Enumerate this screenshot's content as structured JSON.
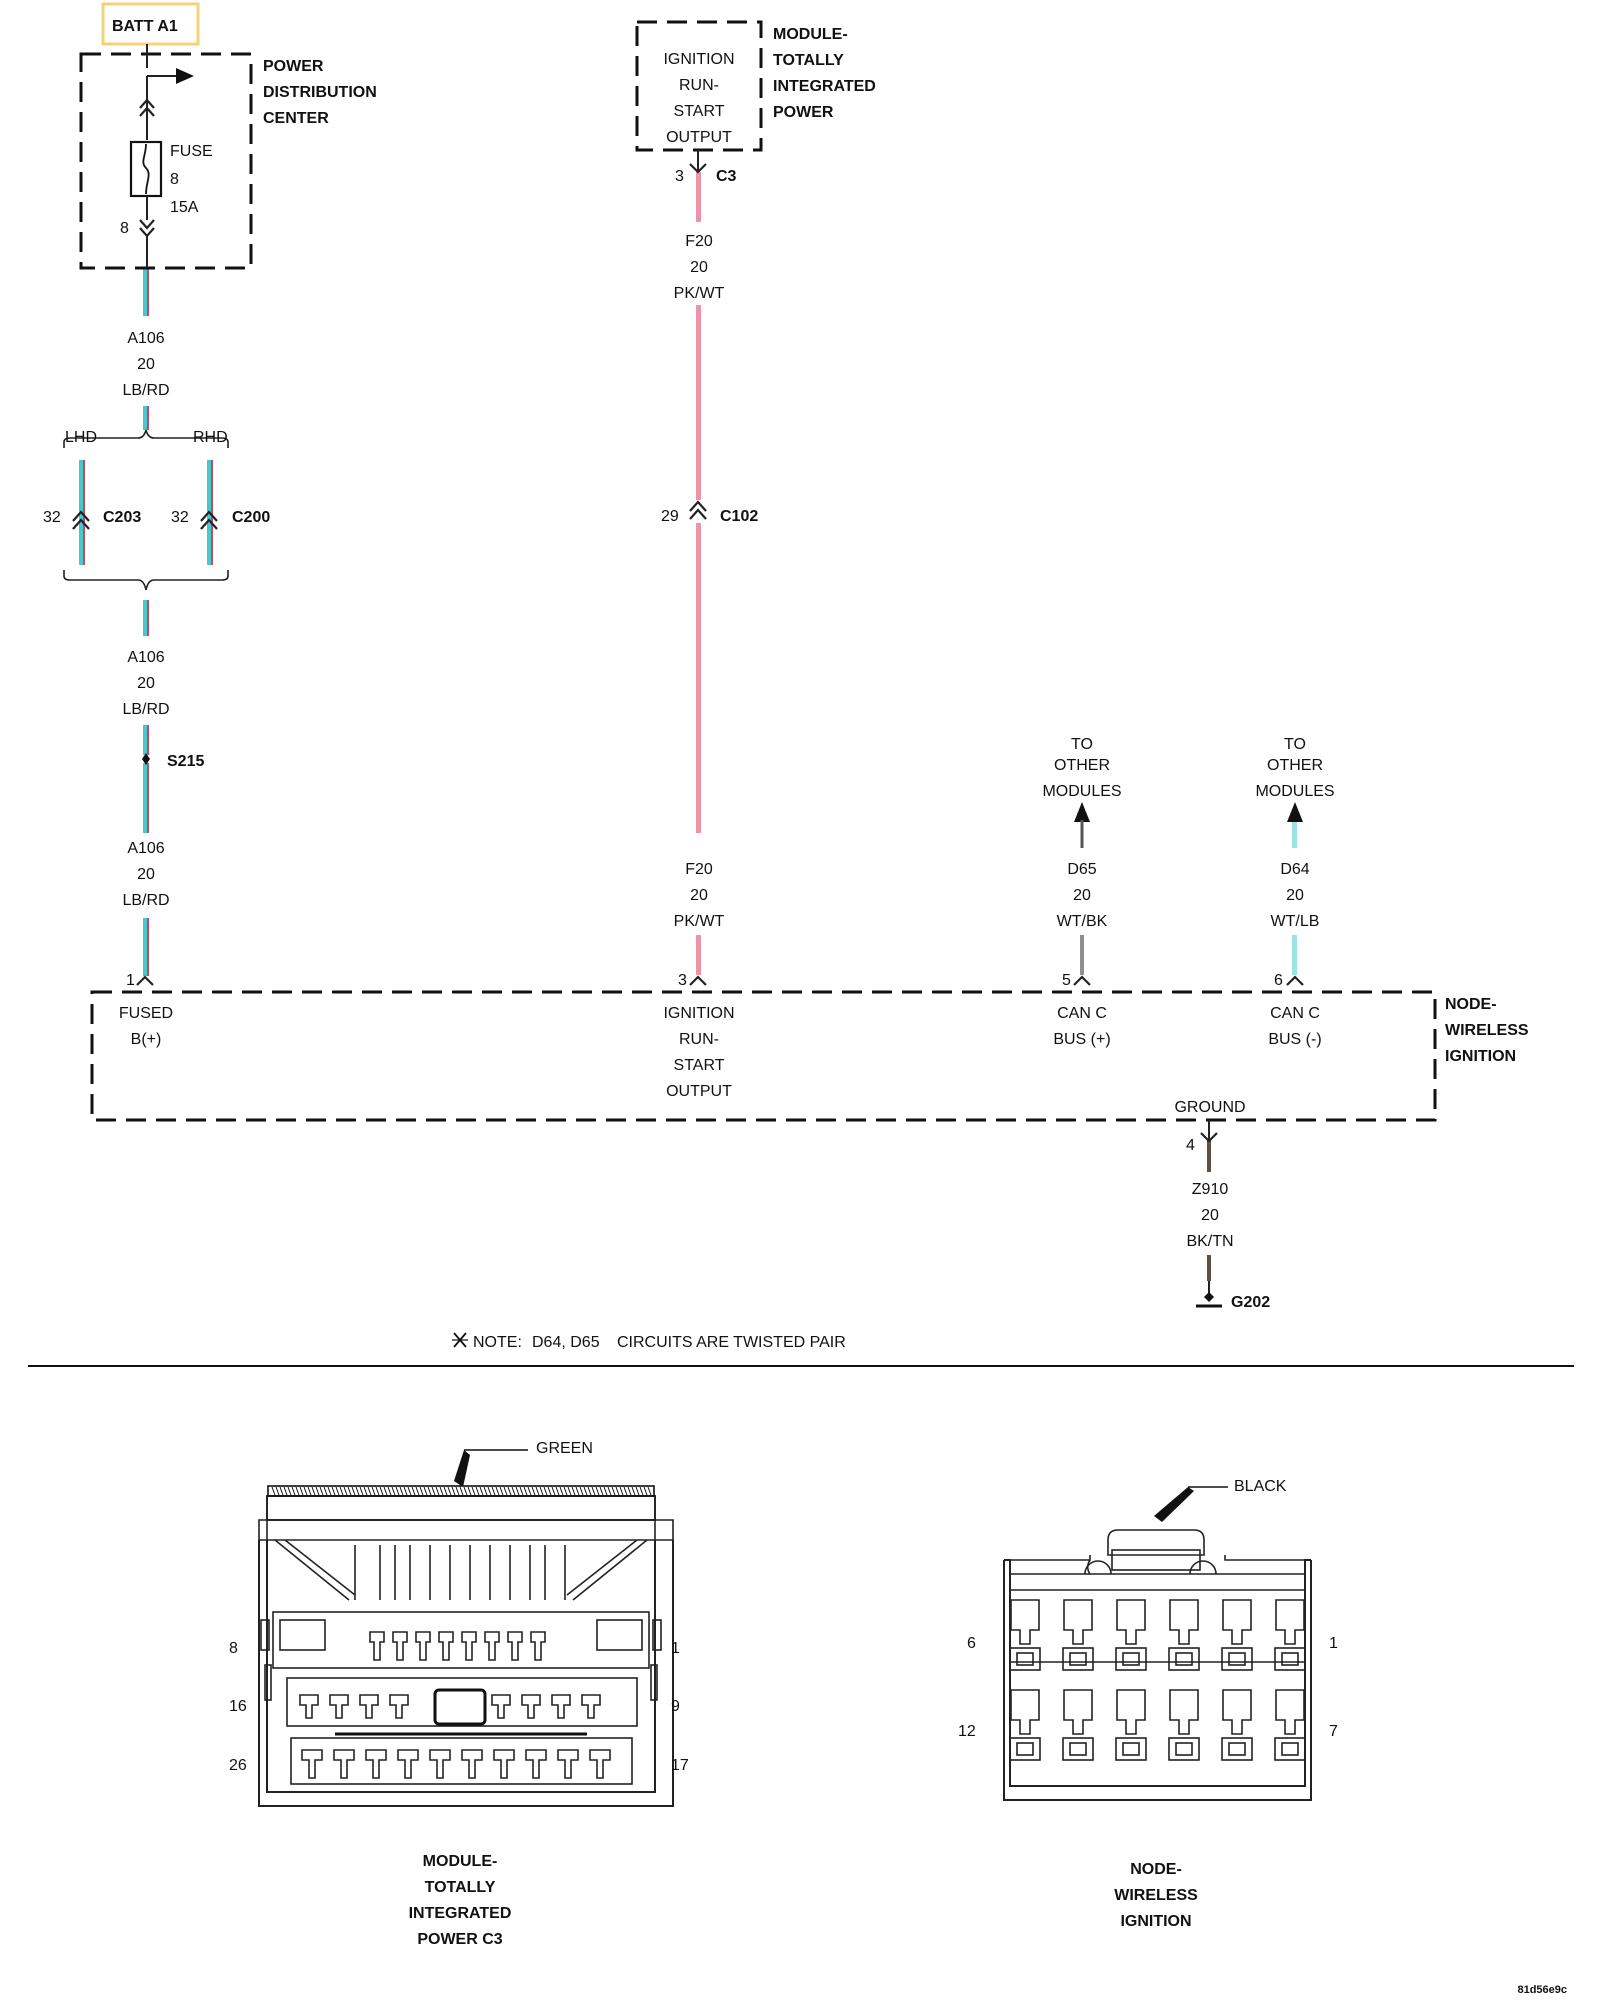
{
  "palette": {
    "lb_rd_main": "#46C8CF",
    "lb_rd_stripe": "#C9485B",
    "pk_wt": "#EE93A8",
    "wt_lb": "#9BE3E5",
    "wt_bk": "#8F8F8F",
    "bk_tn": "#5C5040",
    "batt_tag_border": "#F2D27A"
  },
  "batt": {
    "label": "BATT A1"
  },
  "pdc": {
    "label_lines": [
      "POWER",
      "DISTRIBUTION",
      "CENTER"
    ],
    "fuse_lines": [
      "FUSE",
      "8",
      "15A"
    ],
    "pin_out": "8"
  },
  "tipm_top": {
    "name_lines": [
      "MODULE-",
      "TOTALLY",
      "INTEGRATED",
      "POWER"
    ],
    "output_lines": [
      "IGNITION",
      "RUN-",
      "START",
      "OUTPUT"
    ],
    "pin": "3",
    "connector": "C3"
  },
  "circuits": {
    "a106": [
      "A106",
      "20",
      "LB/RD"
    ],
    "f20": [
      "F20",
      "20",
      "PK/WT"
    ],
    "d65": [
      "D65",
      "20",
      "WT/BK"
    ],
    "d64": [
      "D64",
      "20",
      "WT/LB"
    ],
    "z910": [
      "Z910",
      "20",
      "BK/TN"
    ]
  },
  "branch": {
    "lhd": "LHD",
    "rhd": "RHD",
    "c203_pin": "32",
    "c203": "C203",
    "c200_pin": "32",
    "c200": "C200"
  },
  "c102": {
    "pin": "29",
    "name": "C102"
  },
  "splice": {
    "name": "S215"
  },
  "to_other": [
    "TO",
    "OTHER",
    "MODULES"
  ],
  "wim": {
    "name_lines": [
      "NODE-",
      "WIRELESS",
      "IGNITION"
    ],
    "pins": {
      "p1": {
        "pin": "1",
        "lines": [
          "FUSED",
          "B(+)"
        ]
      },
      "p3": {
        "pin": "3",
        "lines": [
          "IGNITION",
          "RUN-",
          "START",
          "OUTPUT"
        ]
      },
      "p5": {
        "pin": "5",
        "lines": [
          "CAN C",
          "BUS (+)"
        ]
      },
      "p6": {
        "pin": "6",
        "lines": [
          "CAN C",
          "BUS (-)"
        ]
      },
      "p4": {
        "pin": "4",
        "label": "GROUND"
      }
    }
  },
  "ground": {
    "name": "G202"
  },
  "note": {
    "prefix": "NOTE:",
    "text": "D64, D65",
    "suffix": "CIRCUITS ARE TWISTED PAIR"
  },
  "views": {
    "tipm": {
      "color": "GREEN",
      "pins": {
        "tl": "8",
        "tr": "1",
        "ml": "16",
        "mr": "9",
        "bl": "26",
        "br": "17"
      },
      "caption": [
        "MODULE-",
        "TOTALLY",
        "INTEGRATED",
        "POWER C3"
      ]
    },
    "wim": {
      "color": "BLACK",
      "pins": {
        "tl": "6",
        "tr": "1",
        "bl": "12",
        "br": "7"
      },
      "caption": [
        "NODE-",
        "WIRELESS",
        "IGNITION"
      ]
    }
  },
  "doc_id": "81d56e9c"
}
